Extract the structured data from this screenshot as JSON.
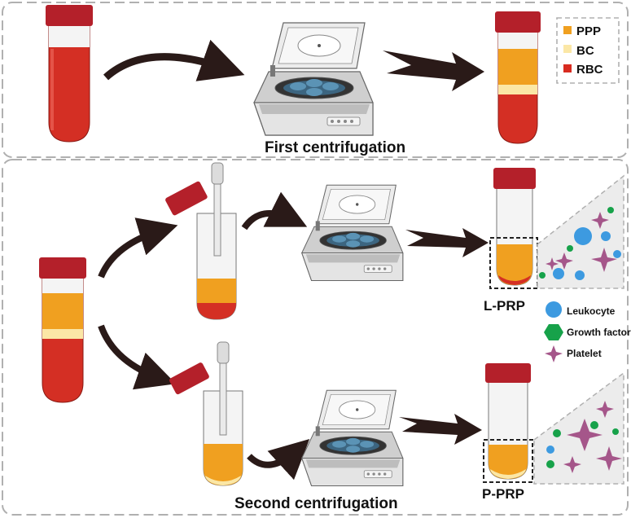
{
  "panels": {
    "first": {
      "caption": "First centrifugation"
    },
    "second": {
      "caption": "Second centrifugation"
    }
  },
  "legend_layers": [
    {
      "key": "ppp",
      "label": "PPP",
      "color": "#F0A020"
    },
    {
      "key": "bc",
      "label": "BC",
      "color": "#FBE7A6"
    },
    {
      "key": "rbc",
      "label": "RBC",
      "color": "#D82B20"
    }
  ],
  "products": {
    "lprp": {
      "label": "L-PRP"
    },
    "pprp": {
      "label": "P-PRP"
    }
  },
  "legend_components": [
    {
      "key": "leukocyte",
      "label": "Leukocyte",
      "icon": "leukocyte-icon",
      "color": "#3D9AE0"
    },
    {
      "key": "growth_factor",
      "label": "Growth factor",
      "icon": "growth-factor-icon",
      "color": "#17A24A"
    },
    {
      "key": "platelet",
      "label": "Platelet",
      "icon": "platelet-icon",
      "color": "#A5568A"
    }
  ],
  "colors": {
    "cap": "#B4202A",
    "blood": "#D42F24",
    "plasma": "#F0A020",
    "buffy_coat": "#FBE7A6",
    "centrifuge_body": "#D6D6D6",
    "rotor": "#4A7C99",
    "arrow": "#2A1A18",
    "dashed_border": "#B0B0B0"
  }
}
